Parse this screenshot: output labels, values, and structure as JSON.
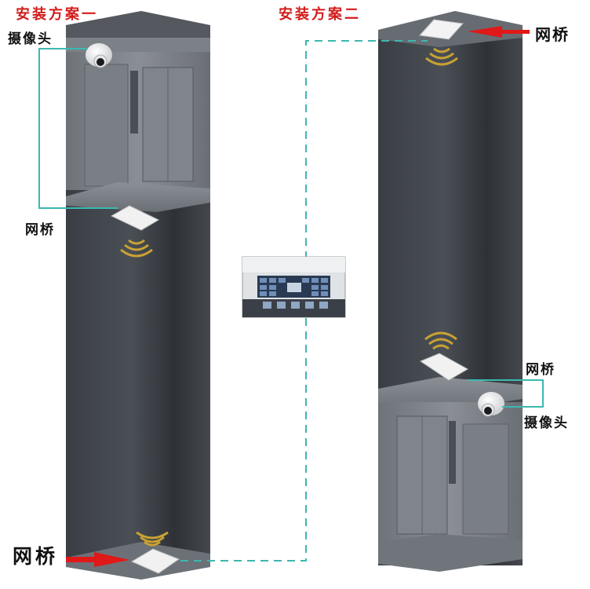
{
  "diagram": {
    "scheme_one": {
      "title": "安装方案一",
      "camera_label": "摄像头",
      "bridge_label_car": "网桥",
      "bridge_label_bottom": "网桥"
    },
    "scheme_two": {
      "title": "安装方案二",
      "bridge_label_top": "网桥",
      "bridge_label_car": "网桥",
      "camera_label": "摄像头"
    },
    "center": {
      "image": "monitoring-control-room"
    },
    "colors": {
      "title_red": "#d21c1c",
      "link_teal": "#3cb8b0",
      "shaft_dark": "#3e4349",
      "arrow_red": "#e01818",
      "signal_gold": "#c9a233"
    }
  }
}
